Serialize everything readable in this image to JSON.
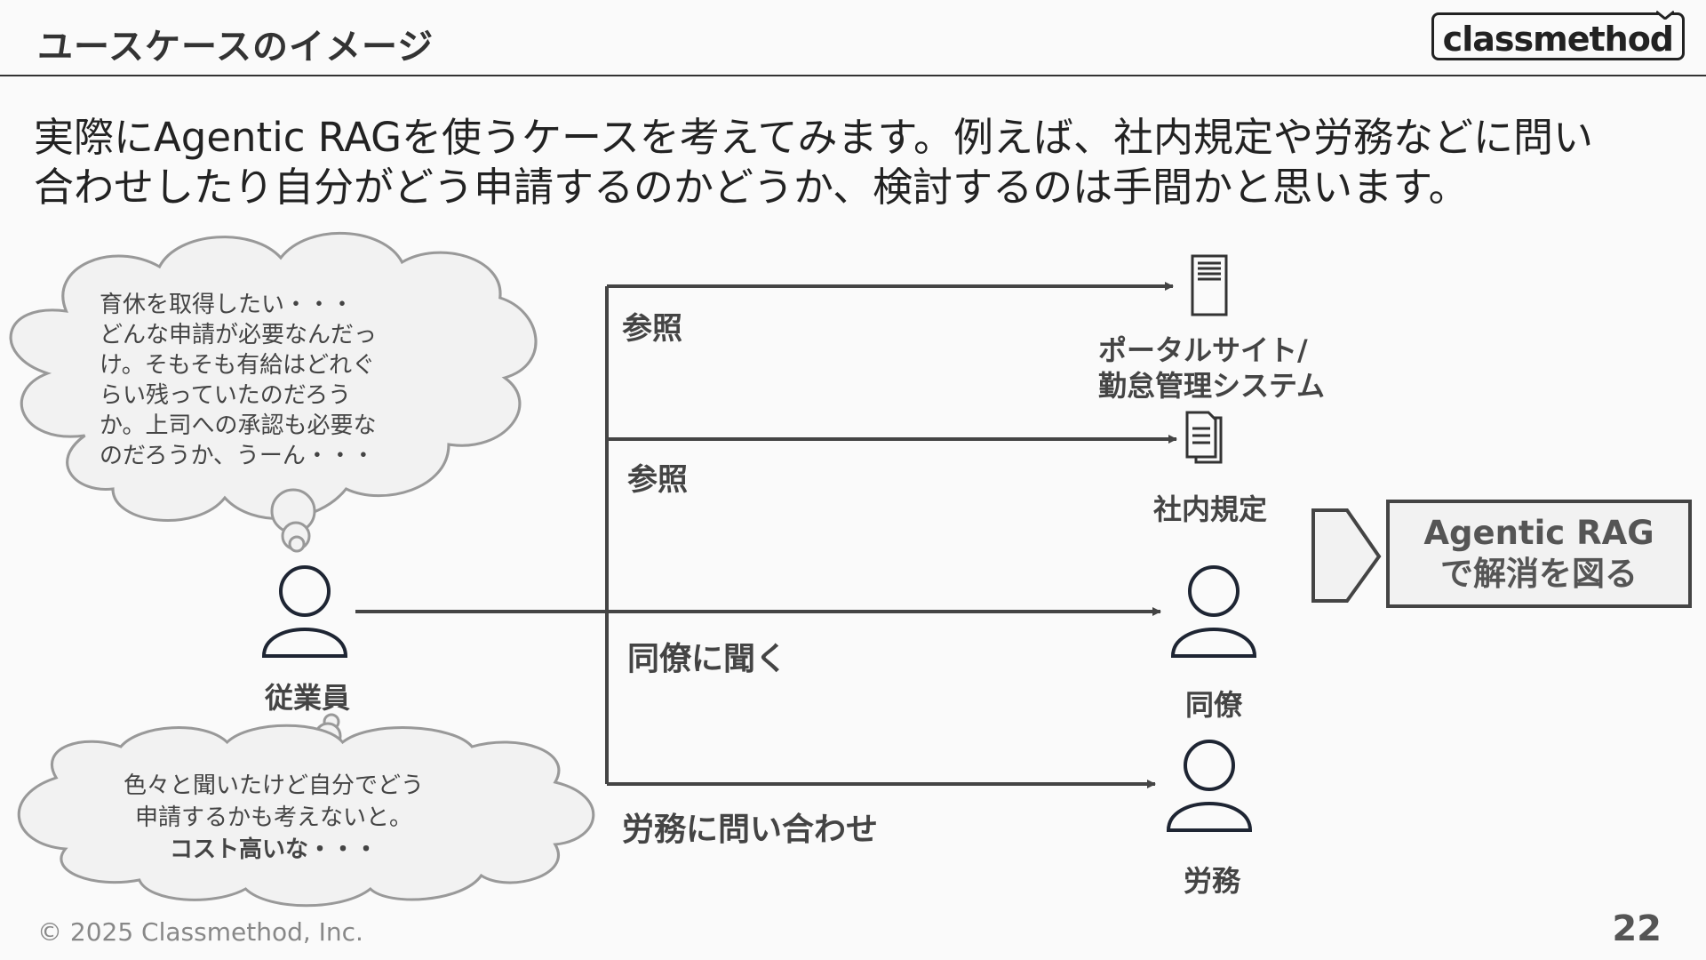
{
  "header": {
    "title": "ユースケースのイメージ",
    "logo_text": "classmethod"
  },
  "intro": {
    "line1": "実際にAgentic RAGを使うケースを考えてみます。例えば、社内規定や労務などに問い",
    "line2": "合わせしたり自分がどう申請するのかどうか、検討するのは手間かと思います。"
  },
  "thought_top": {
    "lines": [
      "育休を取得したい・・・",
      "どんな申請が必要なんだっ",
      "け。そもそも有給はどれぐ",
      "らい残っていたのだろう",
      "か。上司への承認も必要な",
      "のだろうか、うーん・・・"
    ]
  },
  "thought_bottom": {
    "lines": [
      "色々と聞いたけど自分でどう",
      "申請するかも考えないと。",
      "コスト高いな・・・"
    ]
  },
  "actors": {
    "employee": "従業員",
    "colleague": "同僚",
    "labor": "労務"
  },
  "edges": {
    "ref1": "参照",
    "ref2": "参照",
    "ask_colleague": "同僚に聞く",
    "ask_labor": "労務に問い合わせ"
  },
  "targets": {
    "portal_line1": "ポータルサイト/",
    "portal_line2": "勤怠管理システム",
    "regulations": "社内規定"
  },
  "solution": {
    "line1": "Agentic RAG",
    "line2": "で解消を図る"
  },
  "footer": {
    "copyright": "© 2025 Classmethod, Inc.",
    "page": "22"
  },
  "colors": {
    "line": "#444444",
    "cloud_fill": "#f2f2f2",
    "cloud_stroke": "#999999",
    "person": "#1e2533"
  }
}
